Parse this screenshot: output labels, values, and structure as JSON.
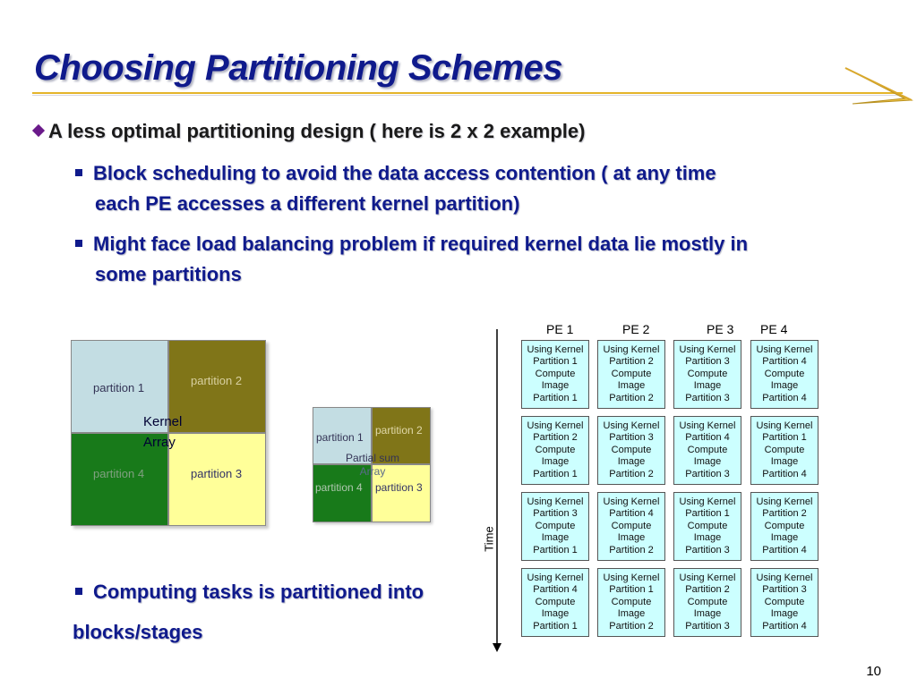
{
  "slide": {
    "title": "Choosing Partitioning Schemes",
    "page_number": "10"
  },
  "bullets": {
    "main": "A less optimal partitioning design ( here is 2 x 2 example)",
    "sub1_line1": "Block scheduling to avoid the data access contention ( at any time",
    "sub1_line2": "each PE accesses a different kernel partition)",
    "sub2_line1": "Might face load balancing problem if required kernel data lie mostly in",
    "sub2_line2": "some partitions",
    "sub3_line1": "Computing tasks is partitioned into",
    "sub3_line2": "blocks/stages"
  },
  "kernel_array": {
    "partition_1": "partition 1",
    "partition_2": "partition 2",
    "partition_3": "partition 3",
    "partition_4": "partition 4",
    "label_line1": "Kernel",
    "label_line2": "Array",
    "colors": {
      "p1": "#c3dde3",
      "p2": "#807518",
      "p3": "#ffff99",
      "p4": "#187a1a"
    }
  },
  "partial_sum_array": {
    "partition_1": "partition 1",
    "partition_2": "partition 2",
    "partition_3": "partition 3",
    "partition_4": "partition 4",
    "label_line1": "Partial sum",
    "label_line2": "Array"
  },
  "schedule": {
    "pe_headers": [
      "PE 1",
      "PE 2",
      "PE 3",
      "PE 4"
    ],
    "axis_label": "Time",
    "rows": [
      [
        {
          "l1": "Using Kernel",
          "l2": "Partition 1",
          "l3": "Compute Image",
          "l4": "Partition 1"
        },
        {
          "l1": "Using Kernel",
          "l2": "Partition 2",
          "l3": "Compute Image",
          "l4": "Partition 2"
        },
        {
          "l1": "Using Kernel",
          "l2": "Partition 3",
          "l3": "Compute Image",
          "l4": "Partition 3"
        },
        {
          "l1": "Using Kernel",
          "l2": "Partition 4",
          "l3": "Compute Image",
          "l4": "Partition 4"
        }
      ],
      [
        {
          "l1": "Using Kernel",
          "l2": "Partition 2",
          "l3": "Compute Image",
          "l4": "Partition 1"
        },
        {
          "l1": "Using Kernel",
          "l2": "Partition 3",
          "l3": "Compute Image",
          "l4": "Partition 2"
        },
        {
          "l1": "Using Kernel",
          "l2": "Partition 4",
          "l3": "Compute Image",
          "l4": "Partition 3"
        },
        {
          "l1": "Using Kernel",
          "l2": "Partition 1",
          "l3": "Compute Image",
          "l4": "Partition 4"
        }
      ],
      [
        {
          "l1": "Using Kernel",
          "l2": "Partition 3",
          "l3": "Compute Image",
          "l4": "Partition 1"
        },
        {
          "l1": "Using Kernel",
          "l2": "Partition 4",
          "l3": "Compute Image",
          "l4": "Partition 2"
        },
        {
          "l1": "Using Kernel",
          "l2": "Partition 1",
          "l3": "Compute Image",
          "l4": "Partition 3"
        },
        {
          "l1": "Using Kernel",
          "l2": "Partition 2",
          "l3": "Compute Image",
          "l4": "Partition 4"
        }
      ],
      [
        {
          "l1": "Using Kernel",
          "l2": "Partition 4",
          "l3": "Compute Image",
          "l4": "Partition 1"
        },
        {
          "l1": "Using Kernel",
          "l2": "Partition 1",
          "l3": "Compute Image",
          "l4": "Partition 2"
        },
        {
          "l1": "Using Kernel",
          "l2": "Partition 2",
          "l3": "Compute Image",
          "l4": "Partition 3"
        },
        {
          "l1": "Using Kernel",
          "l2": "Partition 3",
          "l3": "Compute Image",
          "l4": "Partition 4"
        }
      ]
    ]
  }
}
